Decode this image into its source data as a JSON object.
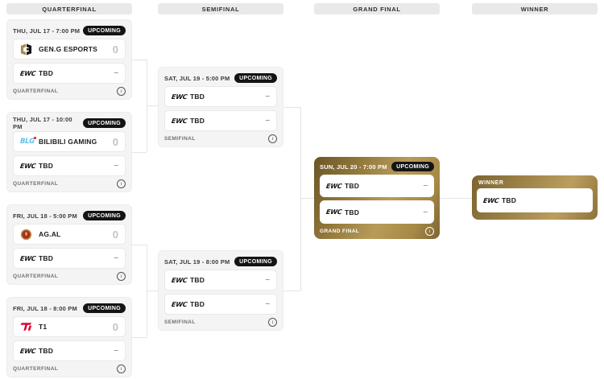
{
  "columns": [
    {
      "label": "QUARTERFINAL"
    },
    {
      "label": "SEMIFINAL"
    },
    {
      "label": "GRAND FINAL"
    },
    {
      "label": "WINNER"
    }
  ],
  "matches": [
    {
      "datetime": "THU, JUL 17 - 7:00 PM",
      "status": "UPCOMING",
      "round": "QUARTERFINAL",
      "team1": {
        "name": "GEN.G ESPORTS",
        "score": "0"
      },
      "team2": {
        "name": "TBD",
        "score": "–",
        "logo_text": "EWC"
      }
    },
    {
      "datetime": "THU, JUL 17 - 10:00 PM",
      "status": "UPCOMING",
      "round": "QUARTERFINAL",
      "team1": {
        "name": "BILIBILI GAMING",
        "score": "0",
        "logo_text": "BLG"
      },
      "team2": {
        "name": "TBD",
        "score": "–",
        "logo_text": "EWC"
      }
    },
    {
      "datetime": "FRI, JUL 18 - 5:00 PM",
      "status": "UPCOMING",
      "round": "QUARTERFINAL",
      "team1": {
        "name": "AG.AL",
        "score": "0"
      },
      "team2": {
        "name": "TBD",
        "score": "–",
        "logo_text": "EWC"
      }
    },
    {
      "datetime": "FRI, JUL 18 - 8:00 PM",
      "status": "UPCOMING",
      "round": "QUARTERFINAL",
      "team1": {
        "name": "T1",
        "score": "0"
      },
      "team2": {
        "name": "TBD",
        "score": "–",
        "logo_text": "EWC"
      }
    },
    {
      "datetime": "SAT, JUL 19 - 5:00 PM",
      "status": "UPCOMING",
      "round": "SEMIFINAL",
      "team1": {
        "name": "TBD",
        "score": "–",
        "logo_text": "EWC"
      },
      "team2": {
        "name": "TBD",
        "score": "–",
        "logo_text": "EWC"
      }
    },
    {
      "datetime": "SAT, JUL 19 - 8:00 PM",
      "status": "UPCOMING",
      "round": "SEMIFINAL",
      "team1": {
        "name": "TBD",
        "score": "–",
        "logo_text": "EWC"
      },
      "team2": {
        "name": "TBD",
        "score": "–",
        "logo_text": "EWC"
      }
    },
    {
      "datetime": "SUN, JUL 20 - 7:00 PM",
      "status": "UPCOMING",
      "round": "GRAND FINAL",
      "team1": {
        "name": "TBD",
        "score": "–",
        "logo_text": "EWC"
      },
      "team2": {
        "name": "TBD",
        "score": "–",
        "logo_text": "EWC"
      }
    }
  ],
  "winner": {
    "label": "WINNER",
    "team": {
      "name": "TBD",
      "logo_text": "EWC"
    }
  },
  "colors": {
    "gold_dark": "#6b5526",
    "gold_light": "#b89b59",
    "badge_bg": "#141414",
    "t1_red": "#e2012d",
    "blg_blue": "#5ec1e8",
    "agal_red": "#a3322b",
    "geng_gold": "#aa8a4b",
    "connector": "#e4e4e4"
  }
}
